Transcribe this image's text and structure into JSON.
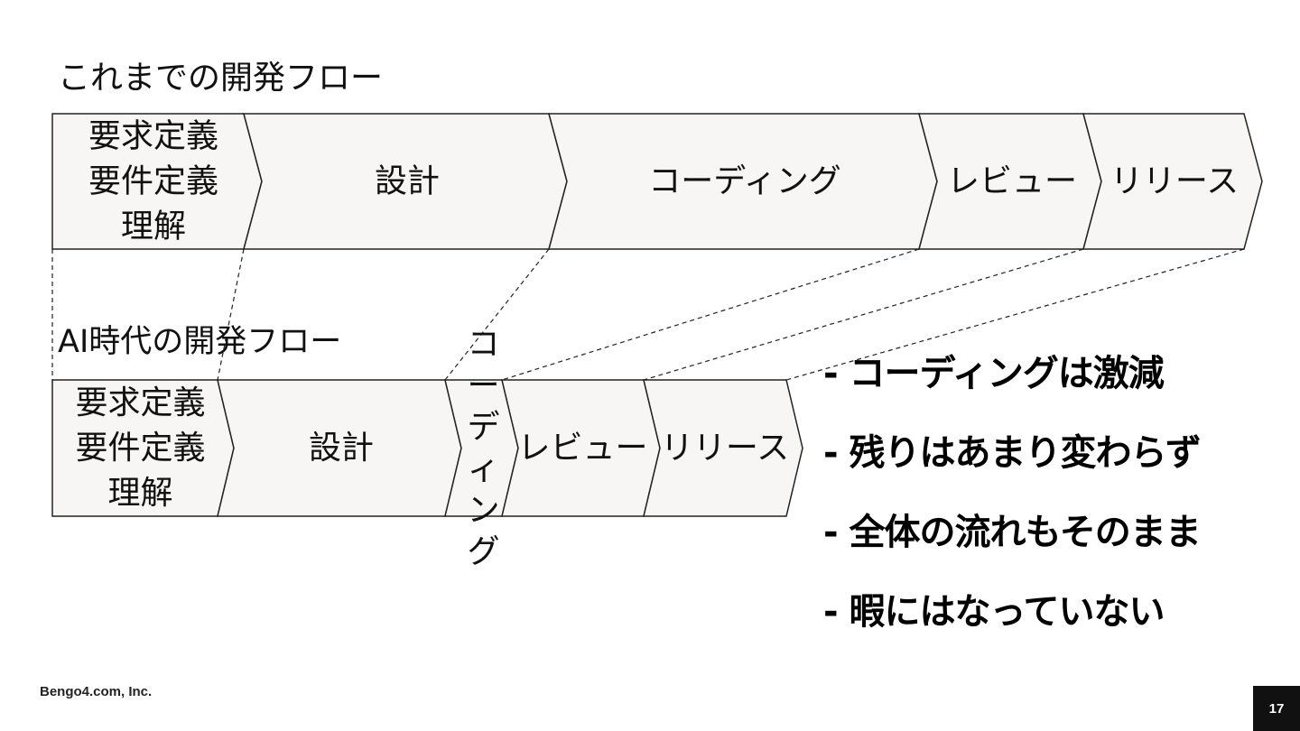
{
  "diagram": {
    "before": {
      "title": "これまでの開発フロー",
      "stages": [
        {
          "lines": [
            "要求定義",
            "要件定義",
            "理解"
          ]
        },
        {
          "lines": [
            "設計"
          ]
        },
        {
          "lines": [
            "コーディング"
          ]
        },
        {
          "lines": [
            "レビュー"
          ]
        },
        {
          "lines": [
            "リリース"
          ]
        }
      ]
    },
    "after": {
      "title": "AI時代の開発フロー",
      "stages": [
        {
          "lines": [
            "要求定義",
            "要件定義",
            "理解"
          ]
        },
        {
          "lines": [
            "設計"
          ]
        },
        {
          "lines": [
            "コ",
            "ー",
            "デ",
            "ィ",
            "ン",
            "グ"
          ]
        },
        {
          "lines": [
            "レビュー"
          ]
        },
        {
          "lines": [
            "リリース"
          ]
        }
      ]
    }
  },
  "bullets": [
    "- コーディングは激減",
    "- 残りはあまり変わらず",
    "- 全体の流れもそのまま",
    "- 暇にはなっていない"
  ],
  "footer": {
    "company": "Bengo4.com, Inc.",
    "page": "17"
  },
  "colors": {
    "stage_fill": "#f7f6f4",
    "stroke": "#222222",
    "page_badge": "#111111"
  }
}
